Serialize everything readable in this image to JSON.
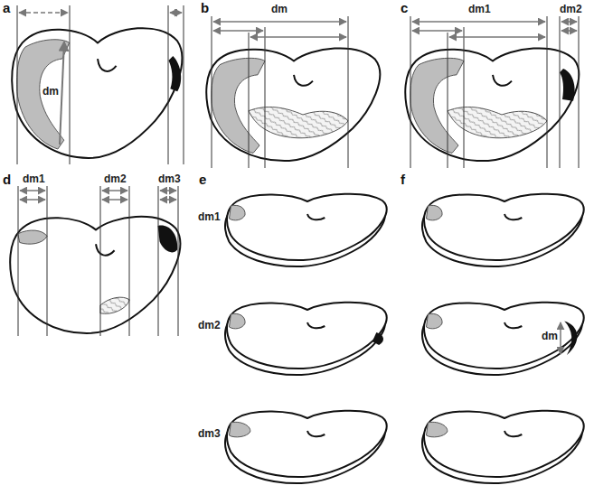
{
  "diagram": {
    "labels": [
      "a",
      "dm",
      "b",
      "dm",
      "c",
      "dm1",
      "dm2",
      "d",
      "dm1",
      "dm2",
      "dm3",
      "e",
      "dm1",
      "dm2",
      "dm3",
      "f",
      "dm"
    ]
  }
}
